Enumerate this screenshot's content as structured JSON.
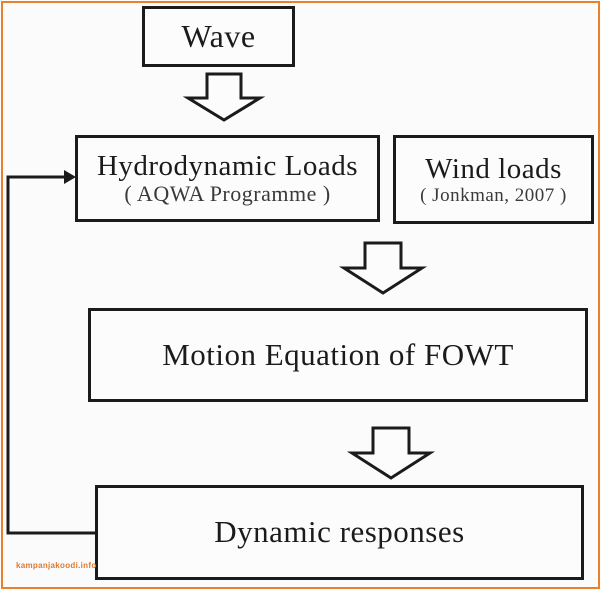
{
  "page": {
    "background_color": "#fbfbfb",
    "frame_color": "#e8812e",
    "line_color": "#1b1b1b"
  },
  "diagram": {
    "type": "flowchart",
    "nodes": [
      {
        "id": "wave",
        "label": "Wave"
      },
      {
        "id": "hydrodynamic-loads",
        "label": "Hydrodynamic Loads",
        "sublabel": "( AQWA Programme )"
      },
      {
        "id": "wind-loads",
        "label": "Wind loads",
        "sublabel": "( Jonkman, 2007 )"
      },
      {
        "id": "motion-equation",
        "label": "Motion Equation of FOWT"
      },
      {
        "id": "dynamic-responses",
        "label": "Dynamic responses"
      }
    ],
    "edges": [
      {
        "from": "wave",
        "to": "hydrodynamic-loads",
        "style": "block-arrow-down"
      },
      {
        "from": "hydrodynamic-loads & wind-loads",
        "to": "motion-equation",
        "style": "block-arrow-down"
      },
      {
        "from": "motion-equation",
        "to": "dynamic-responses",
        "style": "block-arrow-down"
      },
      {
        "from": "dynamic-responses",
        "to": "hydrodynamic-loads",
        "style": "feedback-line-arrow"
      }
    ]
  },
  "watermark": {
    "text": "kampanjakoodi.info",
    "color": "#e0782f"
  }
}
